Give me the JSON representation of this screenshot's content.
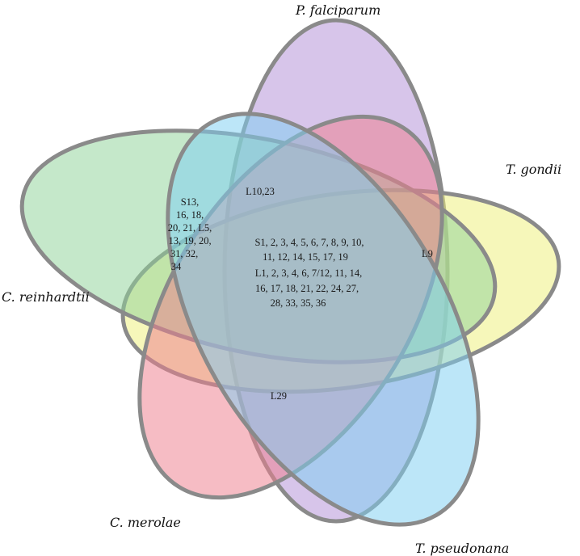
{
  "species": {
    "falciparum": {
      "name": "P. falciparum",
      "color": "#b28fd6"
    },
    "gondii": {
      "name": "T. gondii",
      "color": "#eef07a"
    },
    "reinhardtii": {
      "name": "C. reinhardtii",
      "color": "#8fd39a"
    },
    "merolae": {
      "name": "C. merolae",
      "color": "#ee7f8d"
    },
    "pseudonana": {
      "name": "T. pseudonana",
      "color": "#7fd0f2"
    }
  },
  "regions": {
    "reinhardtii_left": [
      "S13,",
      "16, 18,",
      "20, 21, L5,",
      "13, 19, 20,",
      "31, 32,",
      "34"
    ],
    "top": [
      "L10,23"
    ],
    "center": [
      "S1, 2, 3, 4, 5, 6, 7, 8, 9, 10,",
      "11, 12, 14, 15, 17, 19",
      "L1, 2, 3, 4, 6, 7/12, 11, 14,",
      "16, 17, 18, 21, 22, 24, 27,",
      "28, 33, 35, 36"
    ],
    "right": [
      "L9"
    ],
    "bottom": [
      "L29"
    ]
  }
}
